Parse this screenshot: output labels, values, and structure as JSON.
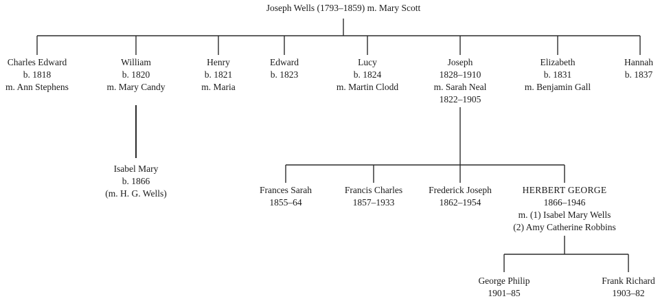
{
  "root": {
    "label": "Joseph Wells (1793–1859) m. Mary Scott"
  },
  "children": [
    {
      "name": "Charles Edward",
      "line2": "b. 1818",
      "line3": "m.  Ann Stephens"
    },
    {
      "name": "William",
      "line2": "b. 1820",
      "line3": "m. Mary Candy"
    },
    {
      "name": "Henry",
      "line2": "b. 1821",
      "line3": "m. Maria"
    },
    {
      "name": "Edward",
      "line2": "b. 1823"
    },
    {
      "name": "Lucy",
      "line2": "b. 1824",
      "line3": "m. Martin Clodd"
    },
    {
      "name": "Joseph",
      "line2": "1828–1910",
      "line3": "m. Sarah Neal",
      "line4": "1822–1905"
    },
    {
      "name": "Elizabeth",
      "line2": "b. 1831",
      "line3": "m. Benjamin Gall"
    },
    {
      "name": "Hannah",
      "line2": "b. 1837"
    }
  ],
  "william_child": {
    "name": "Isabel Mary",
    "line2": "b. 1866",
    "line3": "(m. H. G. Wells)"
  },
  "joseph_children": [
    {
      "name": "Frances Sarah",
      "line2": "1855–64"
    },
    {
      "name": "Francis Charles",
      "line2": "1857–1933"
    },
    {
      "name": "Frederick Joseph",
      "line2": "1862–1954"
    },
    {
      "name": "HERBERT GEORGE",
      "line2": "1866–1946",
      "line3": "m. (1) Isabel Mary Wells",
      "line4": "(2) Amy Catherine Robbins"
    }
  ],
  "herbert_children": [
    {
      "name": "George Philip",
      "line2": "1901–85"
    },
    {
      "name": "Frank Richard",
      "line2": "1903–82"
    }
  ],
  "colors": {
    "line": "#2a2a2a",
    "text": "#1a1a1a",
    "background": "#ffffff"
  }
}
